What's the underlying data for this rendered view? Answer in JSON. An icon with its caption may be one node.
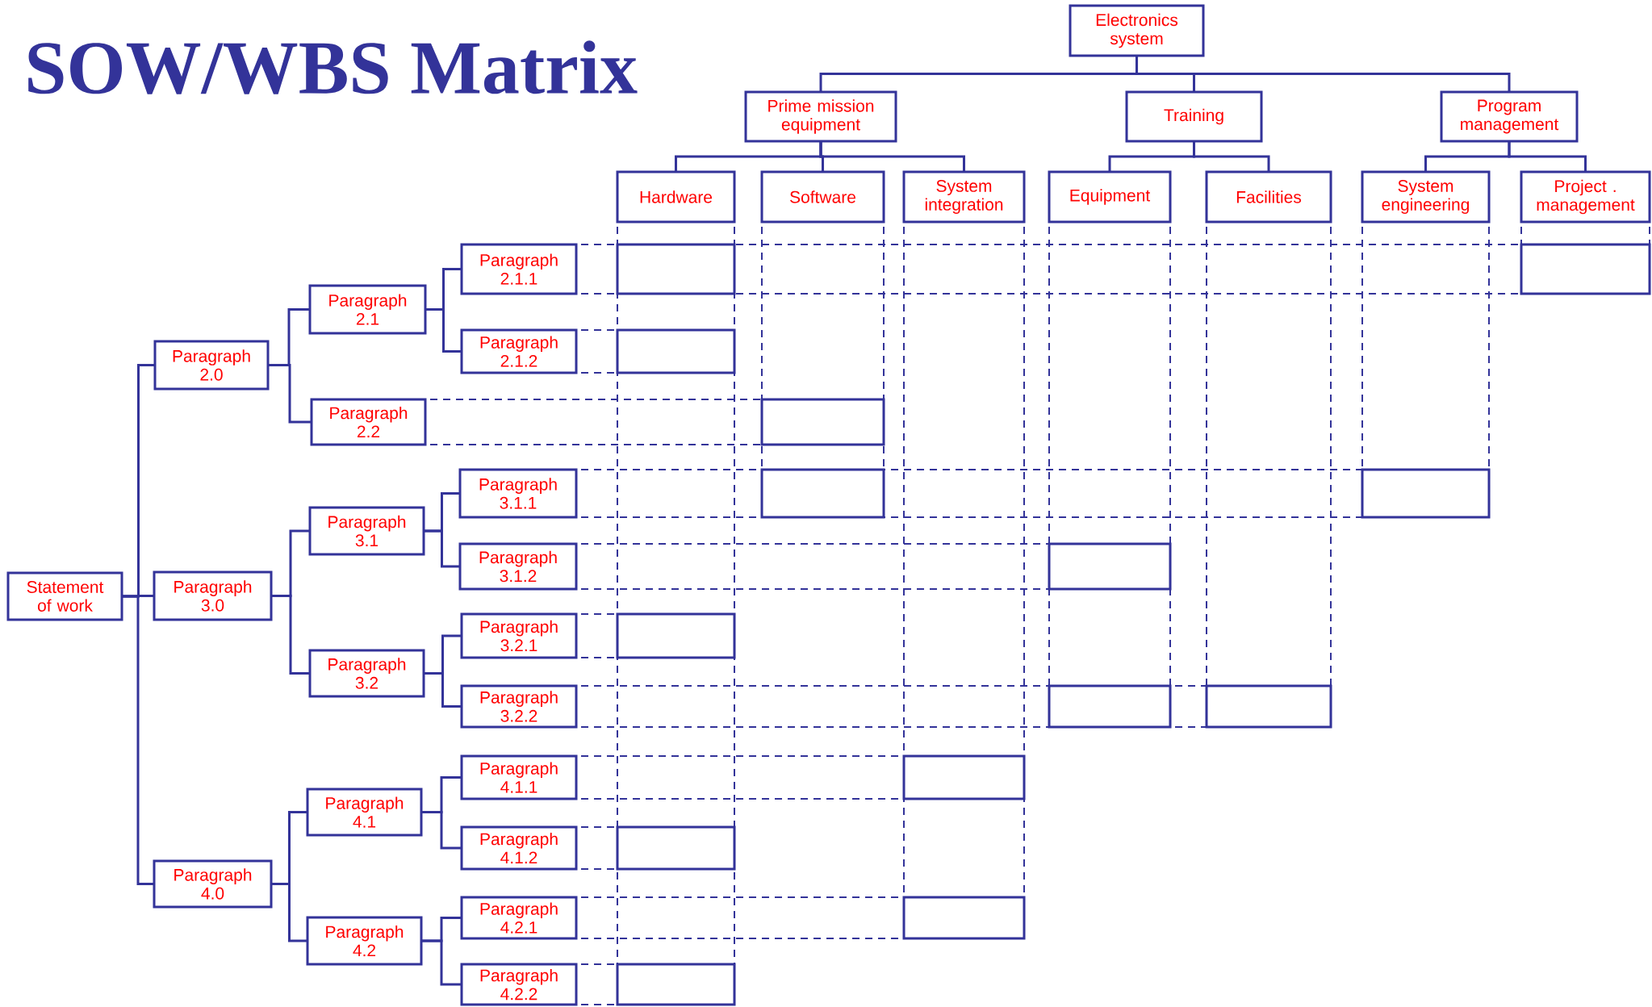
{
  "diagram": {
    "title": "SOW/WBS Matrix",
    "nodes": [
      {
        "text": [
          "Electronics system"
        ]
      },
      {
        "text": [
          "Prime mission equipment"
        ]
      },
      {
        "text": [
          "Training"
        ]
      },
      {
        "text": [
          "Program management"
        ]
      },
      {
        "text": [
          "Hardware"
        ]
      },
      {
        "text": [
          "Software"
        ]
      },
      {
        "text": [
          "System integration"
        ]
      },
      {
        "text": [
          "Equipment"
        ]
      },
      {
        "text": [
          "Facilities"
        ]
      },
      {
        "text": [
          "System engineering"
        ]
      },
      {
        "text": [
          "Project . management"
        ]
      },
      {
        "text": [
          "Statement of work"
        ]
      },
      {
        "text": [
          "Paragraph 2.0"
        ]
      },
      {
        "text": [
          "Paragraph 2.1"
        ]
      },
      {
        "text": [
          "Paragraph 2.1.1"
        ]
      },
      {
        "text": [
          "Paragraph 2.1.2"
        ]
      },
      {
        "text": [
          "Paragraph 2.2"
        ]
      },
      {
        "text": [
          "Paragraph 3.0"
        ]
      },
      {
        "text": [
          "Paragraph 3.1"
        ]
      },
      {
        "text": [
          "Paragraph 3.1.1"
        ]
      },
      {
        "text": [
          "Paragraph 3.1.2"
        ]
      },
      {
        "text": [
          "Paragraph 3.2"
        ]
      },
      {
        "text": [
          "Paragraph 3.2.1"
        ]
      },
      {
        "text": [
          "Paragraph 3.2.2"
        ]
      },
      {
        "text": [
          "Paragraph 4.0"
        ]
      },
      {
        "text": [
          "Paragraph 4.1"
        ]
      },
      {
        "text": [
          "Paragraph 4.1.1"
        ]
      },
      {
        "text": [
          "Paragraph 4.1.2"
        ]
      },
      {
        "text": [
          "Paragraph 4.2"
        ]
      },
      {
        "text": [
          "Paragraph 4.2.1"
        ]
      },
      {
        "text": [
          "Paragraph 4.2.2"
        ]
      },
      {
        "text": [],
        "shape": "box"
      },
      {
        "text": [],
        "shape": "box"
      },
      {
        "text": [],
        "shape": "box"
      },
      {
        "text": [],
        "shape": "box"
      },
      {
        "text": [],
        "shape": "box"
      },
      {
        "text": [],
        "shape": "box"
      },
      {
        "text": [],
        "shape": "box"
      },
      {
        "text": [],
        "shape": "box"
      },
      {
        "text": [],
        "shape": "box"
      },
      {
        "text": [],
        "shape": "box"
      },
      {
        "text": [],
        "shape": "box"
      },
      {
        "text": [],
        "shape": "box"
      },
      {
        "text": [],
        "shape": "box"
      },
      {
        "text": [],
        "shape": "box"
      }
    ],
    "edges": [
      {
        "from": 0,
        "to": 1,
        "arrow": "none"
      },
      {
        "from": 0,
        "to": 2,
        "arrow": "none"
      },
      {
        "from": 0,
        "to": 3,
        "arrow": "none"
      },
      {
        "from": 1,
        "to": 4,
        "arrow": "none"
      },
      {
        "from": 1,
        "to": 5,
        "arrow": "none"
      },
      {
        "from": 1,
        "to": 6,
        "arrow": "none"
      },
      {
        "from": 2,
        "to": 7,
        "arrow": "none"
      },
      {
        "from": 2,
        "to": 8,
        "arrow": "none"
      },
      {
        "from": 3,
        "to": 9,
        "arrow": "none"
      },
      {
        "from": 3,
        "to": 10,
        "arrow": "none"
      },
      {
        "from": 11,
        "to": 12,
        "arrow": "none"
      },
      {
        "from": 11,
        "to": 17,
        "arrow": "none"
      },
      {
        "from": 11,
        "to": 24,
        "arrow": "none"
      },
      {
        "from": 12,
        "to": 13,
        "arrow": "none"
      },
      {
        "from": 12,
        "to": 16,
        "arrow": "none"
      },
      {
        "from": 13,
        "to": 14,
        "arrow": "none"
      },
      {
        "from": 13,
        "to": 15,
        "arrow": "none"
      },
      {
        "from": 17,
        "to": 18,
        "arrow": "none"
      },
      {
        "from": 17,
        "to": 21,
        "arrow": "none"
      },
      {
        "from": 18,
        "to": 19,
        "arrow": "none"
      },
      {
        "from": 18,
        "to": 20,
        "arrow": "none"
      },
      {
        "from": 21,
        "to": 22,
        "arrow": "none"
      },
      {
        "from": 21,
        "to": 23,
        "arrow": "none"
      },
      {
        "from": 24,
        "to": 25,
        "arrow": "none"
      },
      {
        "from": 24,
        "to": 28,
        "arrow": "none"
      },
      {
        "from": 25,
        "to": 26,
        "arrow": "none"
      },
      {
        "from": 25,
        "to": 27,
        "arrow": "none"
      },
      {
        "from": 28,
        "to": 29,
        "arrow": "none"
      },
      {
        "from": 28,
        "to": 30,
        "arrow": "none"
      }
    ]
  }
}
